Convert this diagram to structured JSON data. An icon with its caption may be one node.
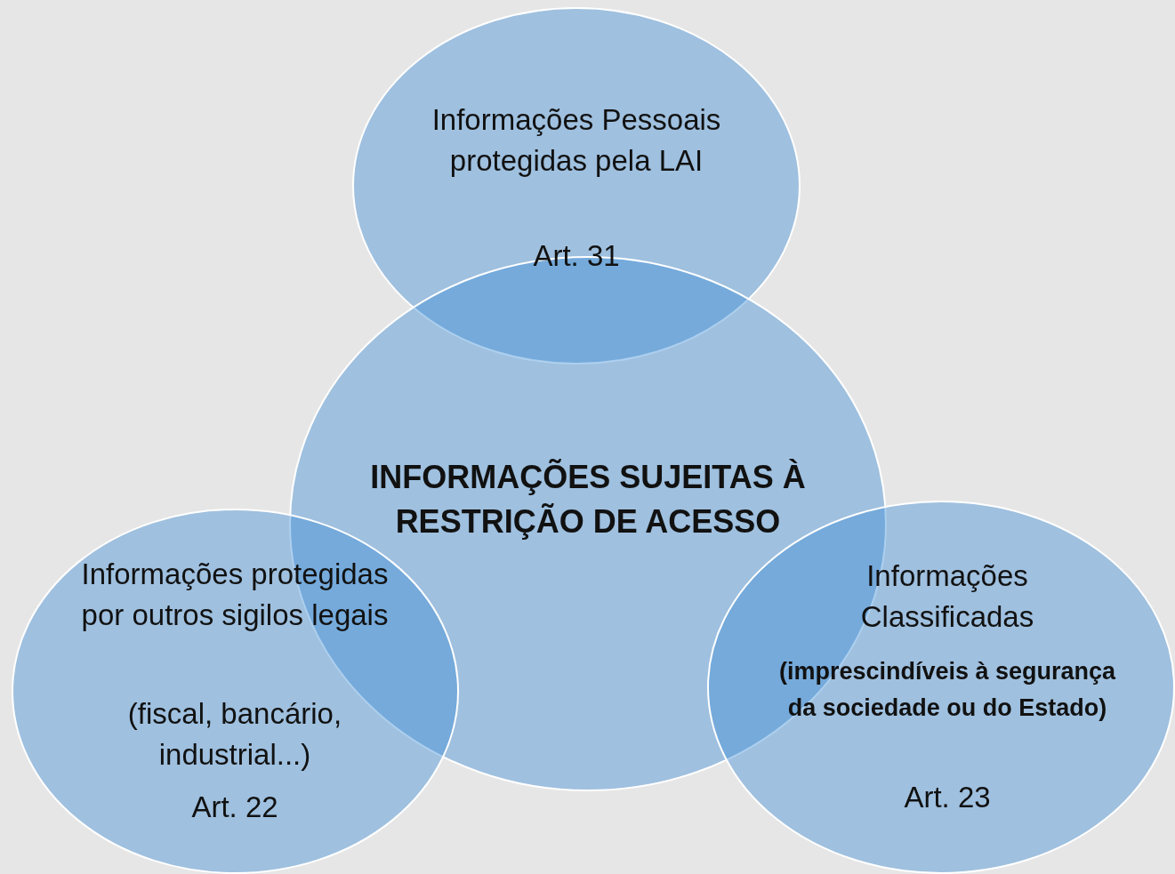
{
  "diagram": {
    "nodes": [
      {
        "text": [
          "Informações Pessoais protegidas pela LAI",
          "Art. 31"
        ]
      },
      {
        "text": [
          "INFORMAÇÕES SUJEITAS À RESTRIÇÃO DE ACESSO"
        ]
      },
      {
        "text": [
          "Informações protegidas por outros sigilos legais",
          "(fiscal, bancário, industrial...)",
          "Art. 22"
        ]
      },
      {
        "text": [
          "Informações Classificadas",
          "(imprescindíveis à segurança da sociedade ou do Estado)",
          "Art. 23"
        ]
      }
    ]
  }
}
